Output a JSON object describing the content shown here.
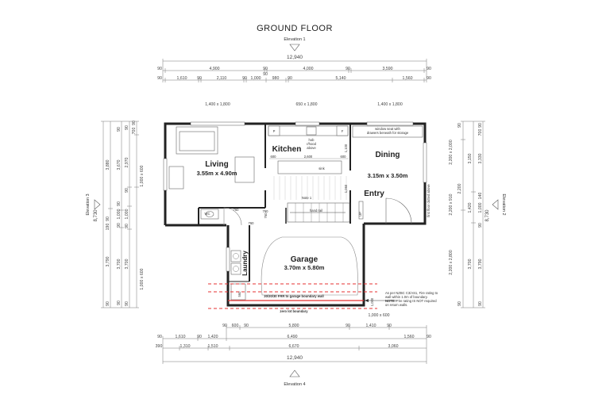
{
  "title": "GROUND FLOOR",
  "elevations": {
    "top": "Elevation 1",
    "bottom": "Elevation 4",
    "left": "Elevation 3",
    "right": "Elevation 2"
  },
  "rooms": {
    "living": {
      "name": "Living",
      "size": "3.55m x 4.90m"
    },
    "kitchen": {
      "name": "Kitchen"
    },
    "dining": {
      "name": "Dining",
      "size": "3.15m x 3.50m"
    },
    "entry": {
      "name": "Entry"
    },
    "garage": {
      "name": "Garage",
      "size": "3.70m x 5.80m"
    },
    "laundry": {
      "name": "Laundry"
    }
  },
  "window_sizes": {
    "top_left": "1,400 x 1,800",
    "top_mid": "650 x 1,800",
    "top_right": "1,400 x 1,800",
    "left_upper": "1,000 x 600",
    "left_lower": "1,000 x 600",
    "right_upper": "2,200 x 2,000",
    "right_mid": "2,200 x 910",
    "right_lower": "2,200 x 2,800",
    "bottom_right": "1,000 x 600"
  },
  "top_dims": {
    "overall": "12,940",
    "row2": [
      "90",
      "4,900",
      "90",
      "4,000",
      "90",
      "3,590",
      "90"
    ],
    "row2_sub": "90",
    "row3": [
      "90",
      "1,610",
      "90",
      "2,110",
      "90",
      "1,000",
      "980",
      "90",
      "5,140",
      "1,560",
      "90"
    ]
  },
  "bottom_dims": {
    "row1": [
      "90",
      "600",
      "90",
      "5,800",
      "90",
      "1,410",
      "90",
      "1,560"
    ],
    "row2": [
      "90",
      "1,610",
      "90",
      "1,420",
      "6,490",
      "90"
    ],
    "row3": [
      "390",
      "1,310",
      "1,510",
      "6,670",
      "3,060"
    ],
    "overall": "12,940"
  },
  "left_dims": {
    "overall": "8,730",
    "col2": [
      "3,880",
      "3,790"
    ],
    "col3": [
      "90",
      "3,670",
      "90",
      "1,000",
      "90",
      "3,700",
      "90"
    ],
    "col4": [
      "90",
      "2,970",
      "90",
      "1,000",
      "90",
      "3,700",
      "90",
      "700",
      "90"
    ],
    "misc": [
      "190",
      "90",
      "90"
    ]
  },
  "right_dims": {
    "overall": "8,730",
    "col1": [
      "3,150",
      "1,420",
      "3,700"
    ],
    "col2": [
      "90",
      "700",
      "3,330",
      "140",
      "1,000",
      "90",
      "3,790",
      "90"
    ],
    "misc": [
      "90",
      "2,200",
      "90"
    ]
  },
  "kitchen_labels": {
    "p": "P",
    "f": "F",
    "hob": "hob",
    "rhood": "r/hood",
    "above": "above",
    "sink": "sink",
    "d600a": "600",
    "d2600": "2,600",
    "d600b": "600",
    "d1100": "1,100",
    "d1060": "1,060"
  },
  "misc_labels": {
    "window_seat": "window seat with",
    "drawers": "drawers beneath for storage",
    "note1": "Note 1",
    "handrail": "hand rail",
    "up": "UP",
    "wc": "WC",
    "d760a": "760",
    "d760b": "760",
    "d760c": "760",
    "d760d": "760",
    "first_floor": "first floor dotted above",
    "fire": "30/30/30 FRR to garage boundary wall",
    "zero_lot": "zero lot boundary",
    "d560": "560",
    "d1000": "1,000",
    "note_line1": "As per NZBC C3/AS1, Fire rating to",
    "note_line2": "wall within 1.0m of boundary.",
    "note_line3_bold": "NOTE:",
    "note_line3": " Fire rating IS NOT required",
    "note_line4": "on return walls."
  },
  "colors": {
    "wall": "#222222",
    "fire_line": "#e53030",
    "dim": "#777777"
  }
}
